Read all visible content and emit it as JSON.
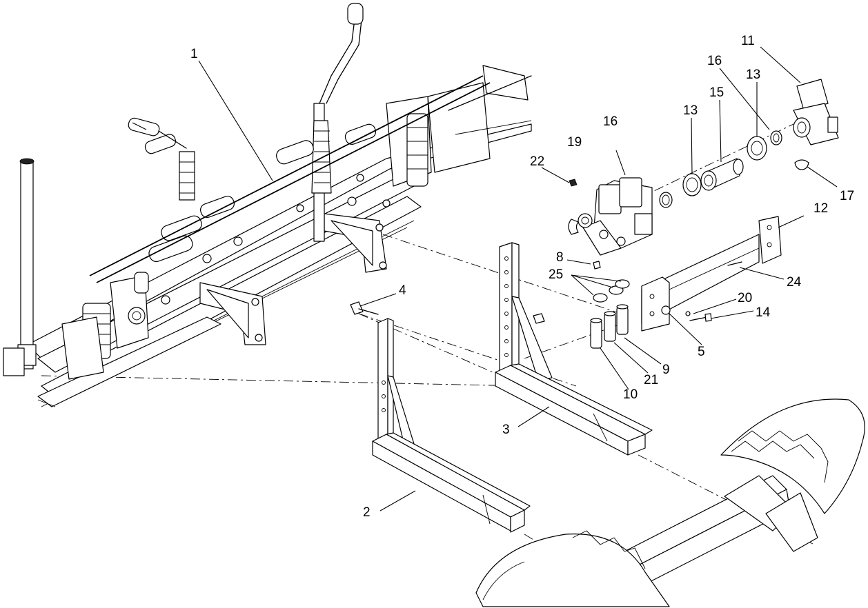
{
  "callouts": {
    "c1": "1",
    "c2": "2",
    "c3": "3",
    "c4": "4",
    "c5": "5",
    "c8": "8",
    "c9": "9",
    "c10": "10",
    "c11": "11",
    "c12": "12",
    "c13a": "13",
    "c13b": "13",
    "c14": "14",
    "c15": "15",
    "c16a": "16",
    "c16b": "16",
    "c17": "17",
    "c19": "19",
    "c20": "20",
    "c21": "21",
    "c22": "22",
    "c24": "24",
    "c25": "25"
  }
}
